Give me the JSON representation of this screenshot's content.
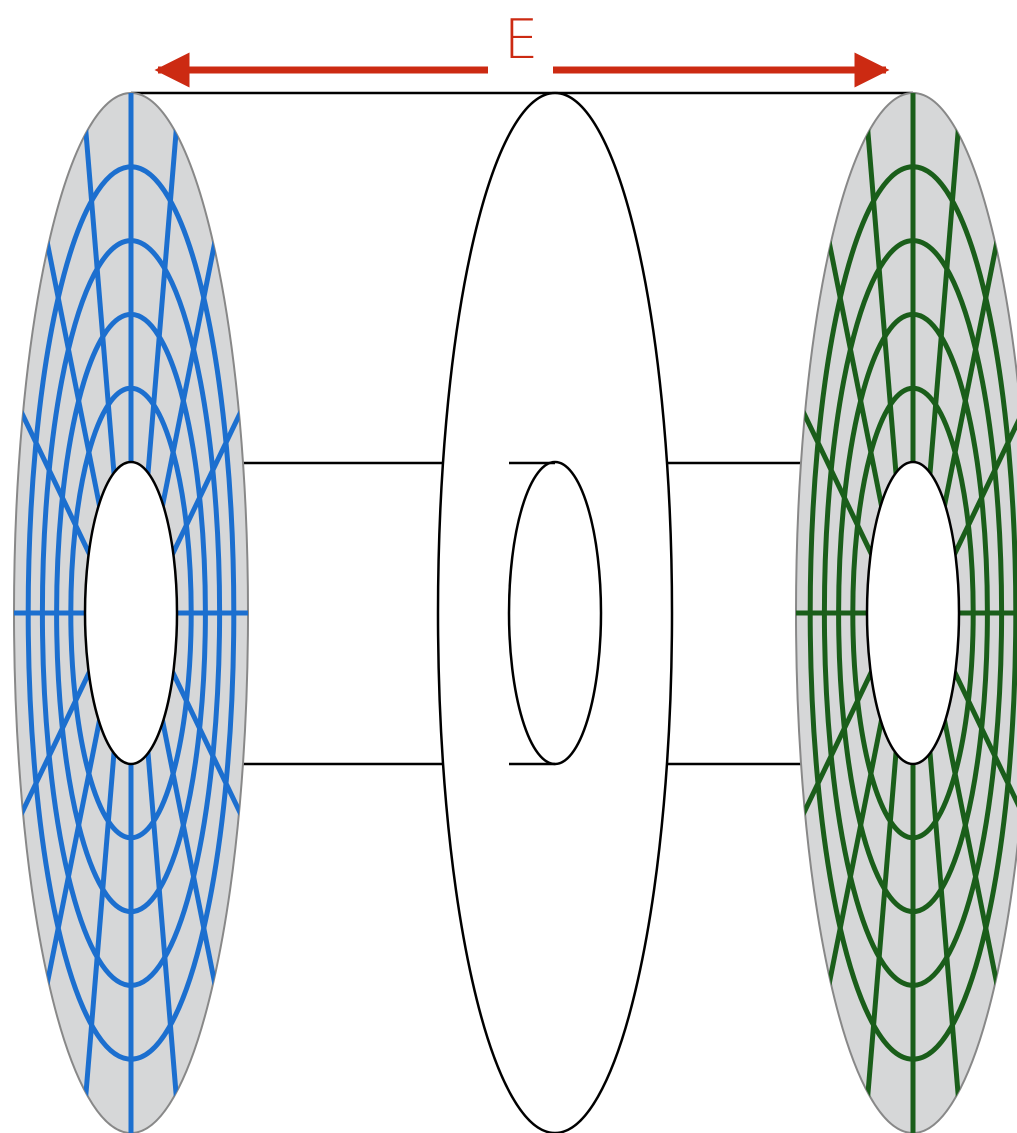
{
  "labels": {
    "arrow_label": "E"
  },
  "colors": {
    "arrow": "#cc2a12",
    "left_disk_grid": "#1c6fcf",
    "right_disk_grid": "#1a5e1a",
    "disk_fill": "#d6d7d8",
    "disk_edge": "#888888",
    "outline": "#000000",
    "background": "#ffffff"
  },
  "grid": {
    "ring_count": 4,
    "spoke_count": 16
  }
}
